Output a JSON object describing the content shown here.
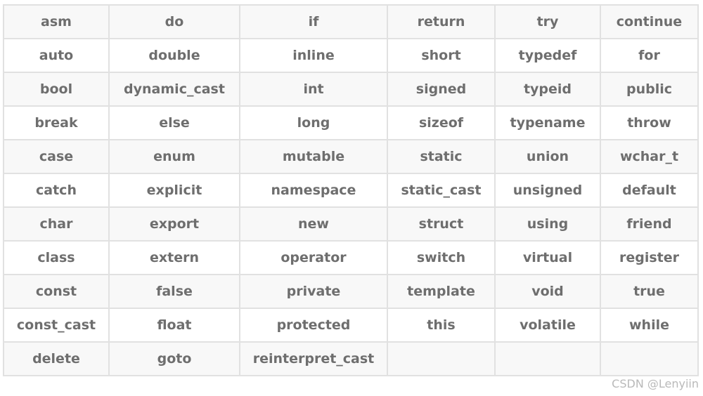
{
  "keywords_table": {
    "rows": [
      [
        "asm",
        "do",
        "if",
        "return",
        "try",
        "continue"
      ],
      [
        "auto",
        "double",
        "inline",
        "short",
        "typedef",
        "for"
      ],
      [
        "bool",
        "dynamic_cast",
        "int",
        "signed",
        "typeid",
        "public"
      ],
      [
        "break",
        "else",
        "long",
        "sizeof",
        "typename",
        "throw"
      ],
      [
        "case",
        "enum",
        "mutable",
        "static",
        "union",
        "wchar_t"
      ],
      [
        "catch",
        "explicit",
        "namespace",
        "static_cast",
        "unsigned",
        "default"
      ],
      [
        "char",
        "export",
        "new",
        "struct",
        "using",
        "friend"
      ],
      [
        "class",
        "extern",
        "operator",
        "switch",
        "virtual",
        "register"
      ],
      [
        "const",
        "false",
        "private",
        "template",
        "void",
        "true"
      ],
      [
        "const_cast",
        "float",
        "protected",
        "this",
        "volatile",
        "while"
      ],
      [
        "delete",
        "goto",
        "reinterpret_cast",
        "",
        "",
        ""
      ]
    ]
  },
  "watermark": "CSDN @Lenyiin",
  "colors": {
    "text": "#6e6e6e",
    "border": "#e1e1e1",
    "row_alt": "#f8f8f8",
    "watermark": "#b9b9b9"
  }
}
